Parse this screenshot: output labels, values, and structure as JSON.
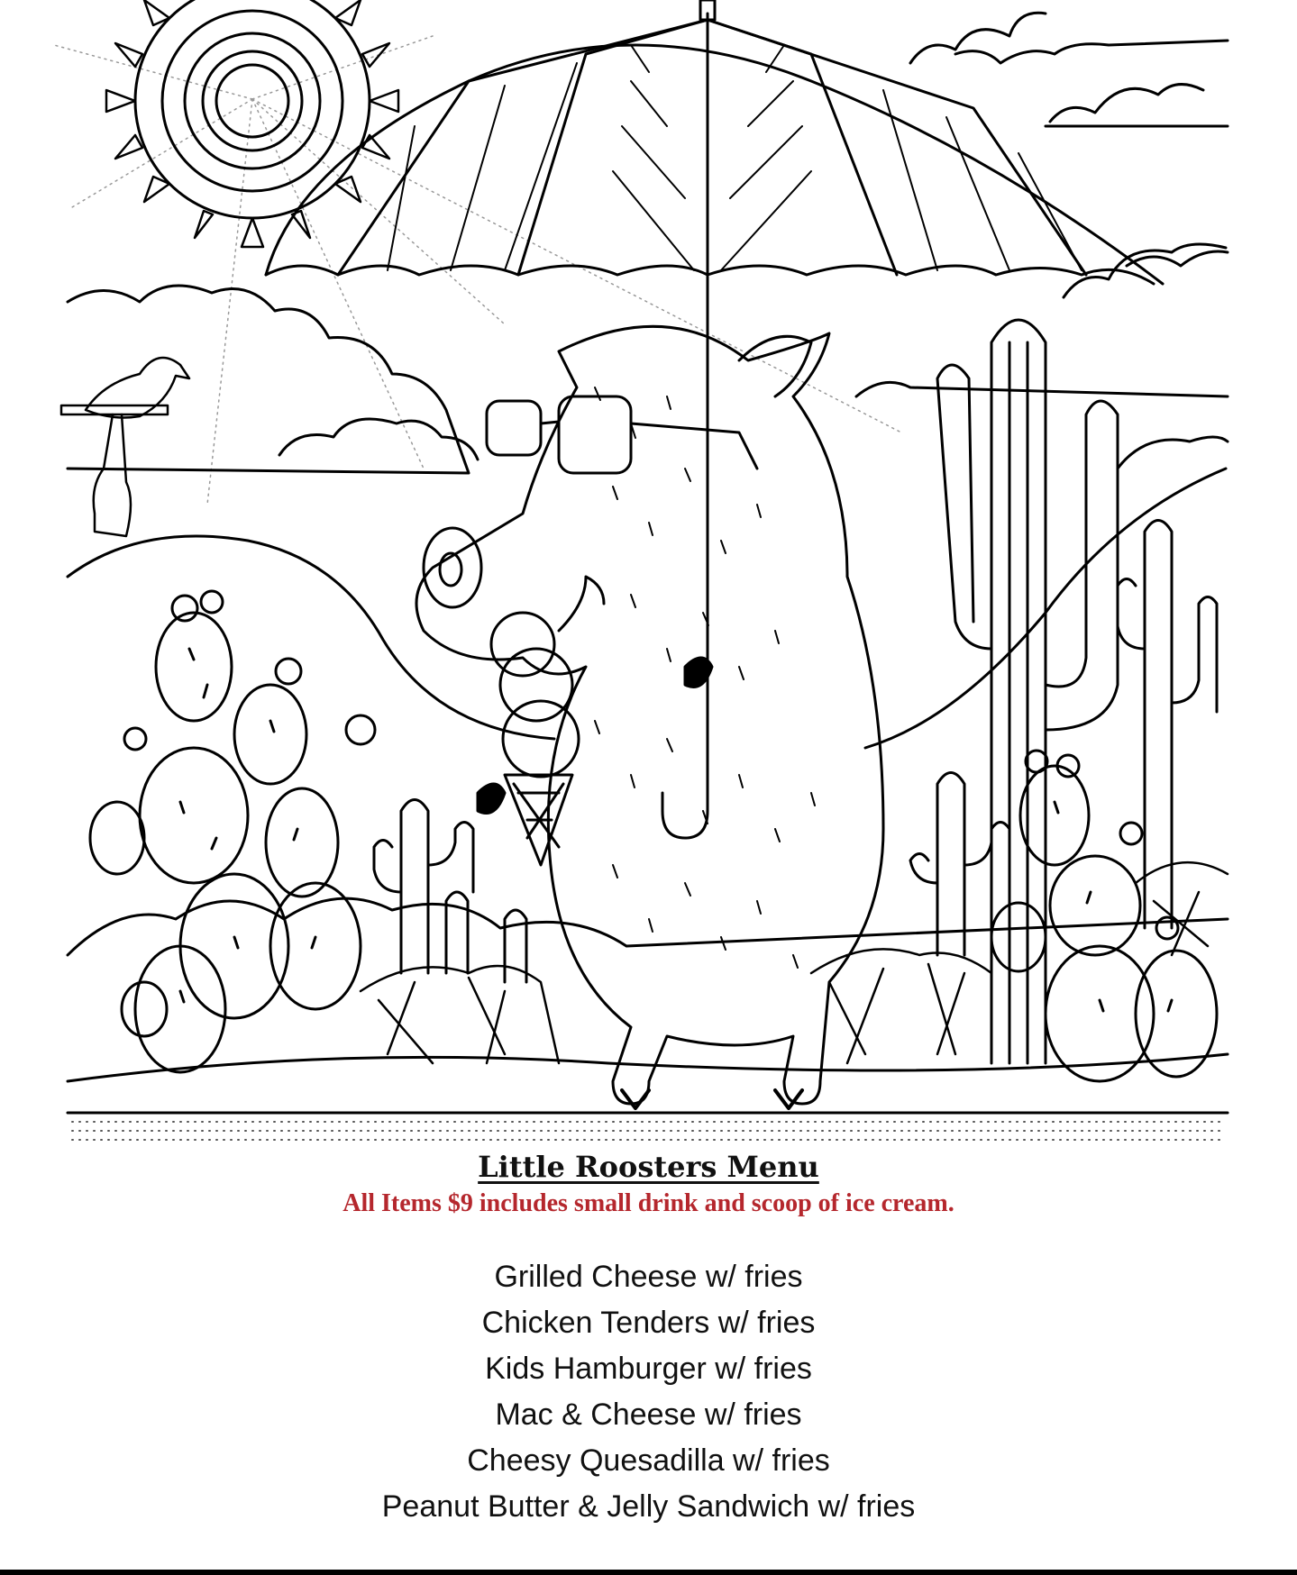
{
  "menu": {
    "title": "Little Roosters Menu",
    "subtitle": "All Items $9 includes small drink and scoop of ice cream.",
    "items": [
      "Grilled Cheese w/ fries",
      "Chicken Tenders w/ fries",
      "Kids Hamburger w/ fries",
      "Mac & Cheese w/ fries",
      "Cheesy Quesadilla w/ fries",
      "Peanut Butter & Jelly Sandwich w/ fries"
    ]
  },
  "colors": {
    "subtitle": "#b5272d",
    "text": "#111111",
    "line_art": "#000000"
  },
  "illustration": {
    "icons": [
      "sun-icon",
      "umbrella-icon",
      "javelina-icon",
      "ice-cream-cone-icon",
      "sunglasses-icon",
      "saguaro-cactus-icon",
      "prickly-pear-cactus-icon",
      "bird-logo-icon",
      "cloud-icon"
    ]
  }
}
